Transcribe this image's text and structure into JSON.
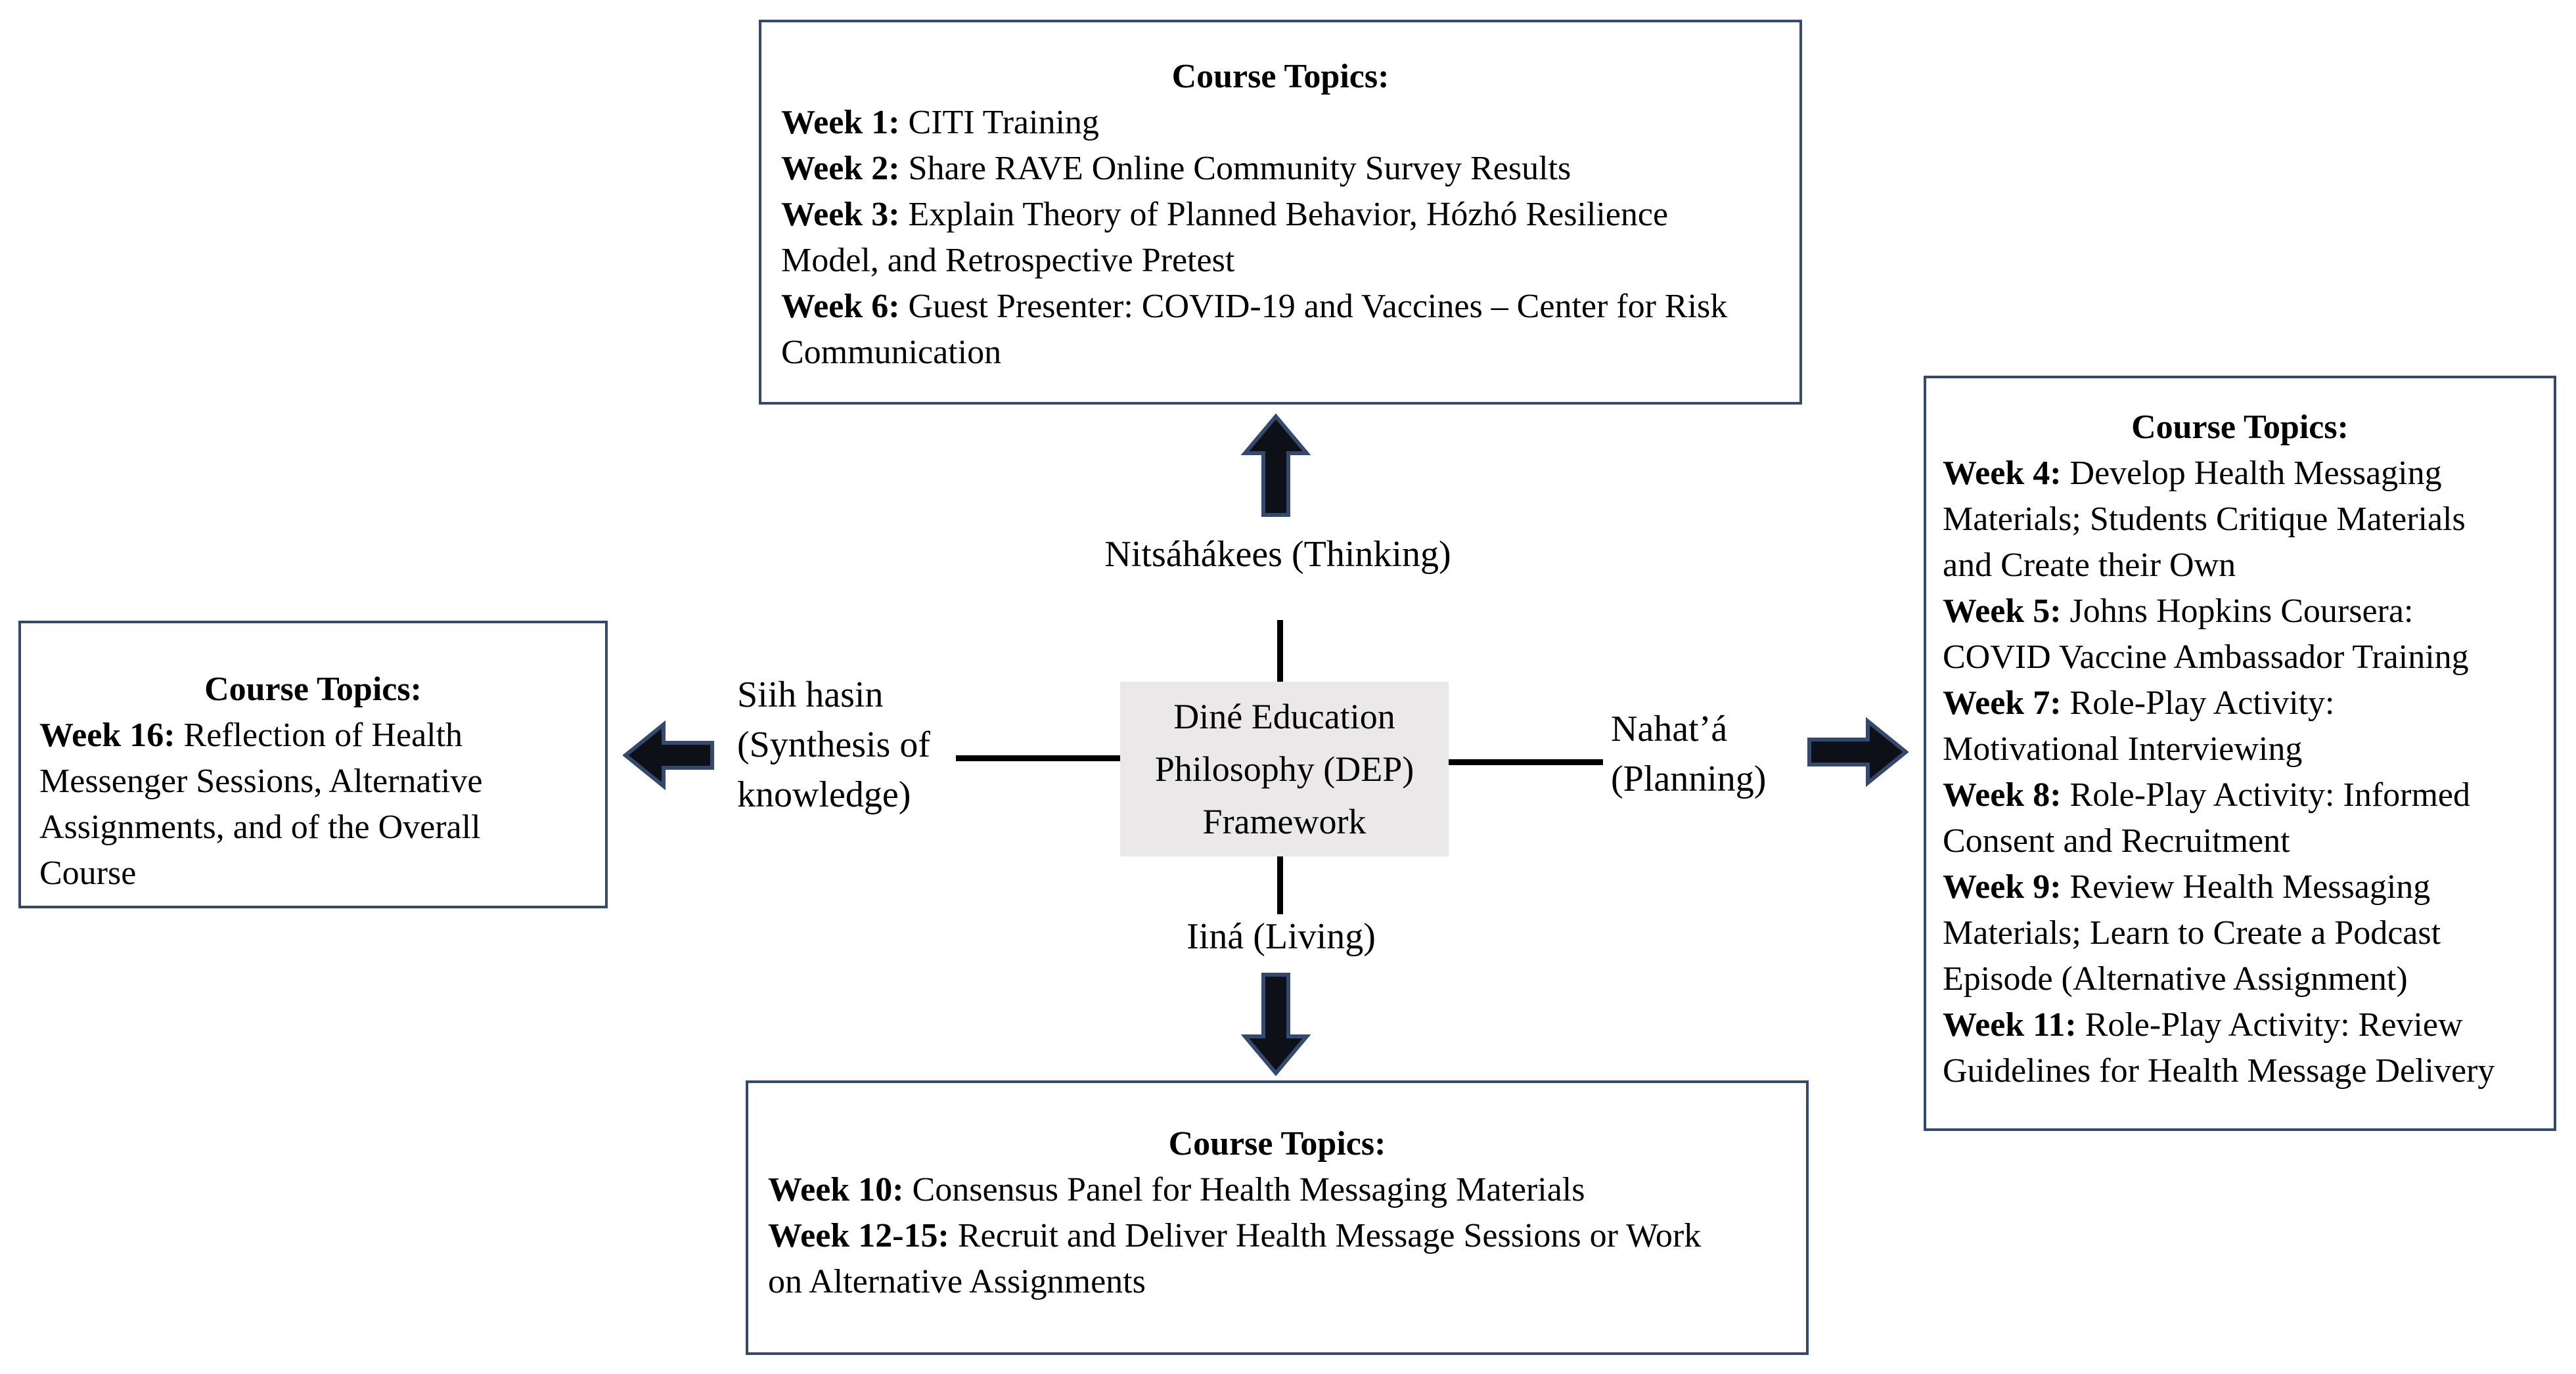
{
  "colors": {
    "border_navy": "#35496e",
    "center_fill": "#eae8e9",
    "ink": "#0d1117",
    "paper": "#ffffff"
  },
  "center_box": {
    "line1": "Diné Education",
    "line2": "Philosophy (DEP)",
    "line3": "Framework"
  },
  "axis_labels": {
    "top": "Nitsáhákees (Thinking)",
    "right": [
      "Nahat’á",
      "(Planning)"
    ],
    "bottom": "Iiná (Living)",
    "left": [
      "Siih hasin",
      "(Synthesis of",
      "knowledge)"
    ]
  },
  "boxes": {
    "top": {
      "title": "Course Topics:",
      "items": [
        {
          "week": "Week 1:",
          "text": "CITI Training"
        },
        {
          "week": "Week 2:",
          "text": "Share RAVE Online Community Survey Results"
        },
        {
          "week": "Week 3:",
          "text": "Explain Theory of Planned Behavior, Hózhó Resilience\nModel, and Retrospective Pretest"
        },
        {
          "week": "Week 6:",
          "text": "Guest Presenter: COVID-19 and Vaccines – Center for Risk\nCommunication"
        }
      ]
    },
    "right": {
      "title": "Course Topics:",
      "items": [
        {
          "week": "Week 4:",
          "text": "Develop Health Messaging\nMaterials; Students Critique Materials\nand Create their Own"
        },
        {
          "week": "Week 5:",
          "text": "Johns Hopkins Coursera:\nCOVID Vaccine Ambassador Training"
        },
        {
          "week": "Week 7:",
          "text": "Role-Play Activity:\nMotivational Interviewing"
        },
        {
          "week": "Week 8:",
          "text": "Role-Play Activity: Informed\nConsent and Recruitment"
        },
        {
          "week": "Week 9:",
          "text": "Review Health Messaging\nMaterials; Learn to Create a Podcast\nEpisode (Alternative Assignment)"
        },
        {
          "week": "Week 11:",
          "text": "Role-Play Activity: Review\nGuidelines for Health Message Delivery"
        }
      ]
    },
    "left": {
      "title": "Course Topics:",
      "items": [
        {
          "week": "Week 16:",
          "text": "Reflection of Health\nMessenger Sessions, Alternative\nAssignments, and of the Overall\nCourse"
        }
      ]
    },
    "bottom": {
      "title": "Course Topics:",
      "items": [
        {
          "week": "Week 10:",
          "text": "Consensus Panel for Health Messaging Materials"
        },
        {
          "week": "Week 12-15:",
          "text": "Recruit and Deliver Health Message Sessions or Work\non Alternative Assignments"
        }
      ]
    }
  }
}
